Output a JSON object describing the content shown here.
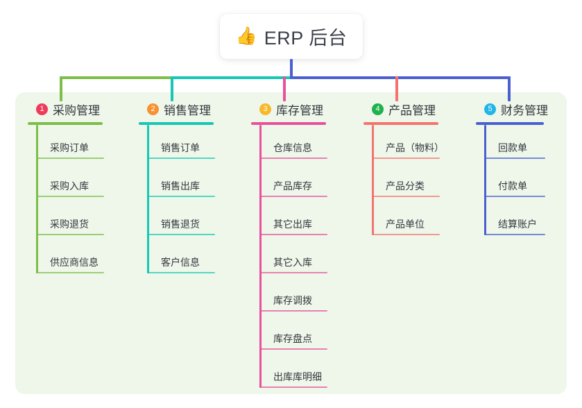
{
  "root": {
    "icon": "thumbs-up-emoji",
    "emoji": "👍",
    "title": "ERP 后台"
  },
  "colors": {
    "panel_bg": "#eef7e9",
    "page_bg": "#ffffff",
    "root_text": "#3b3f4a",
    "branch_1": "#7dbd49",
    "branch_2": "#17c7b4",
    "branch_3": "#e8509c",
    "branch_4": "#f4736f",
    "branch_5": "#4a5fd0",
    "badge_1": "#ef3b5b",
    "badge_2": "#f79232",
    "badge_3": "#f7b929",
    "badge_4": "#1fb14c",
    "badge_5": "#22b5e8",
    "root_connector": "#4a5fd0"
  },
  "branches": [
    {
      "number": "1",
      "title": "采购管理",
      "color": "#7dbd49",
      "badge_color": "#ef3b5b",
      "items": [
        "采购订单",
        "采购入库",
        "采购退货",
        "供应商信息"
      ]
    },
    {
      "number": "2",
      "title": "销售管理",
      "color": "#17c7b4",
      "badge_color": "#f79232",
      "items": [
        "销售订单",
        "销售出库",
        "销售退货",
        "客户信息"
      ]
    },
    {
      "number": "3",
      "title": "库存管理",
      "color": "#e8509c",
      "badge_color": "#f7b929",
      "items": [
        "仓库信息",
        "产品库存",
        "其它出库",
        "其它入库",
        "库存调拨",
        "库存盘点",
        "出库库明细"
      ]
    },
    {
      "number": "4",
      "title": "产品管理",
      "color": "#f4736f",
      "badge_color": "#1fb14c",
      "items": [
        "产品（物料）",
        "产品分类",
        "产品单位"
      ]
    },
    {
      "number": "5",
      "title": "财务管理",
      "color": "#4a5fd0",
      "badge_color": "#22b5e8",
      "items": [
        "回款单",
        "付款单",
        "结算账户"
      ]
    }
  ]
}
